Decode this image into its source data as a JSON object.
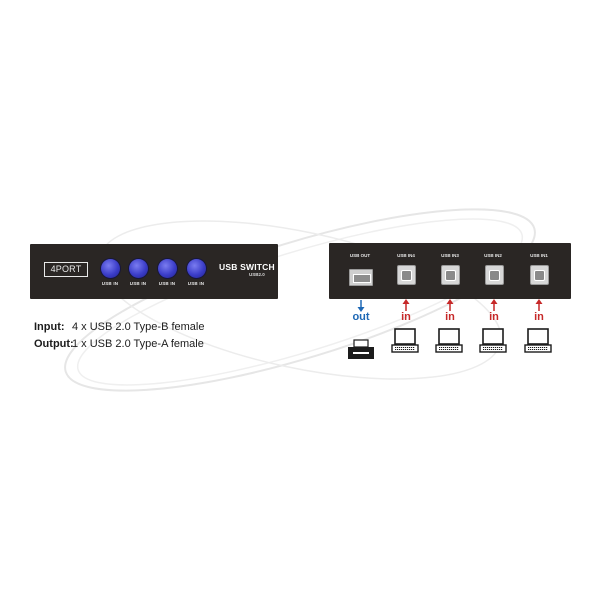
{
  "front_panel": {
    "badge": "4PORT",
    "buttons": [
      "USB IN",
      "USB IN",
      "USB IN",
      "USB IN"
    ],
    "title": "USB SWITCH",
    "subtitle": "USB2.0"
  },
  "rear_panel": {
    "ports": [
      "USB OUT",
      "USB IN4",
      "USB IN3",
      "USB IN2",
      "USB IN1"
    ]
  },
  "directions": {
    "out": "out",
    "in": "in"
  },
  "spec": {
    "input_key": "Input:",
    "input_value": "4 x USB 2.0 Type-B female",
    "output_key": "Output:",
    "output_value": "1 x USB 2.0 Type-A female"
  },
  "colors": {
    "panel": "#2a2624",
    "button": "#3b3dc8",
    "out_arrow": "#1e68b5",
    "in_arrow": "#c62828"
  },
  "icons": {
    "out_device": "printer-icon",
    "in_devices": [
      "laptop-icon",
      "laptop-icon",
      "laptop-icon",
      "laptop-icon"
    ]
  }
}
